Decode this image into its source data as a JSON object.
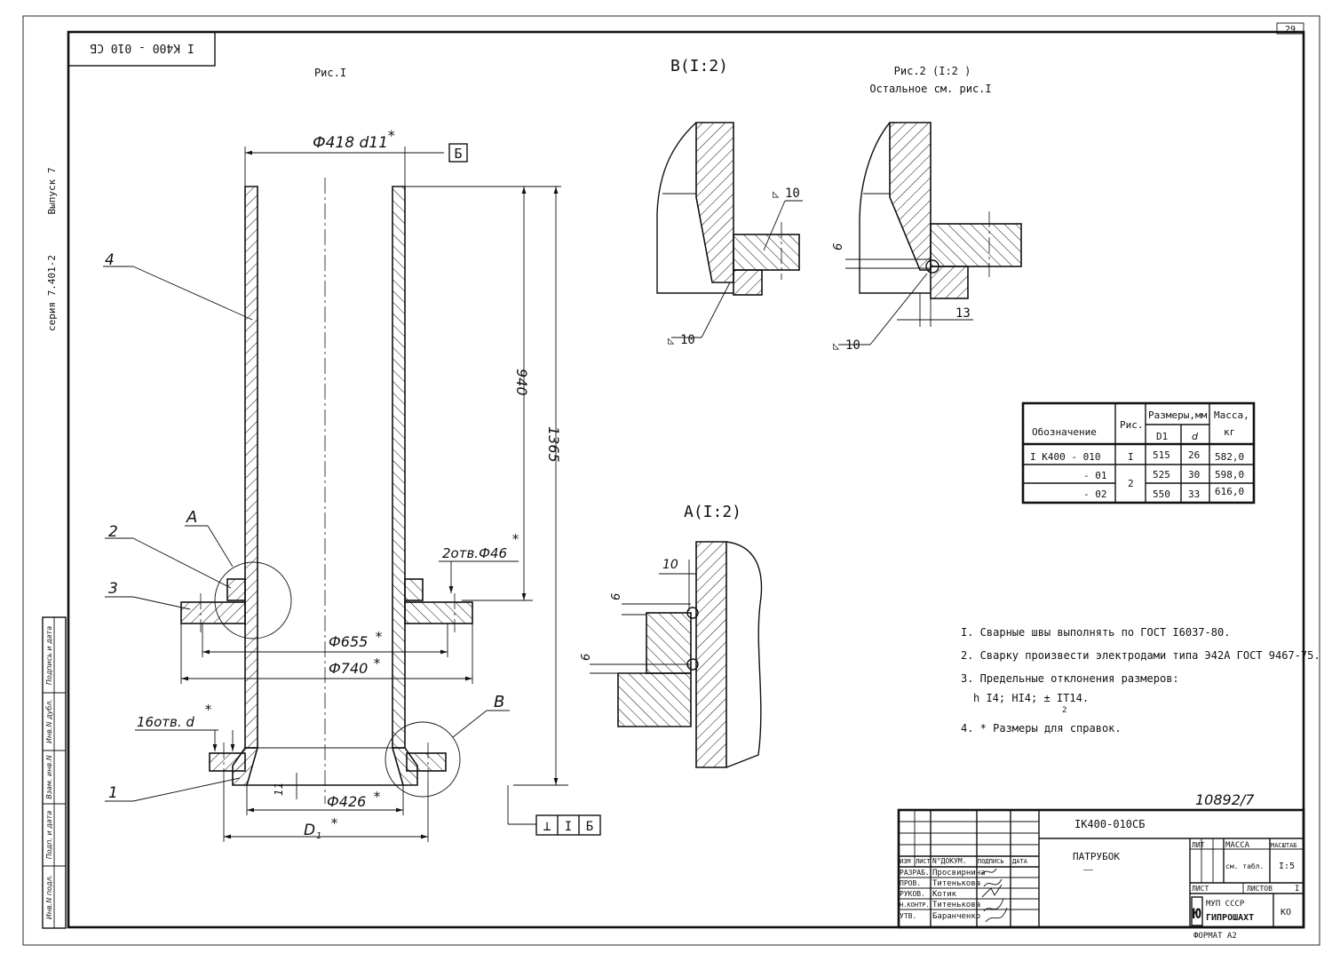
{
  "stamp_corner": "I К400 - 010 СБ",
  "series_label": "серия 7.401-2",
  "issue_label": "Выпуск 7",
  "sheet_number": "29",
  "fig1_title": "Рис.I",
  "view_b_title": "В(I:2)",
  "fig2_title": "Рис.2 (I:2 )",
  "fig2_subtitle": "Остальное   см.  рис.I",
  "view_a_title": "А(I:2)",
  "dims": {
    "d418": "Ф418 d11",
    "star": "*",
    "ref_b": "Б",
    "d940": "940",
    "d1365": "1365",
    "d655": "Ф655",
    "d740": "Ф740",
    "holes2": "2отв.Ф46",
    "holes16": "16отв. d",
    "d426": "Ф426",
    "d1": "D",
    "d1_sub": "1",
    "dim11": "11",
    "weld10": "10",
    "dim6": "6",
    "dim13": "13",
    "perp_sym": "⊥",
    "perp_val": "I",
    "perp_ref": "Б"
  },
  "callouts": {
    "c1": "1",
    "c2": "2",
    "c3": "3",
    "c4": "4",
    "cA": "A",
    "cB": "B"
  },
  "spec_table": {
    "headers": {
      "designation": "Обозначение",
      "fig": "Рис.",
      "sizes": "Размеры,мм",
      "D1": "D1",
      "d": "d",
      "mass": "Масса,",
      "mass_unit": "кг"
    },
    "rows": [
      {
        "designation": "I К400 - 010",
        "fig": "I",
        "D1": "515",
        "d": "26",
        "mass": "582,0"
      },
      {
        "designation": "- 01",
        "fig": "2",
        "D1": "525",
        "d": "30",
        "mass": "598,0"
      },
      {
        "designation": "- 02",
        "fig": "",
        "D1": "550",
        "d": "33",
        "mass": "616,0"
      }
    ]
  },
  "notes": {
    "n1": "I. Сварные швы выполнять по ГОСТ I6037-80.",
    "n2": "2. Сварку произвести электродами типа Э42А ГОСТ 9467-75.",
    "n3": "3. Предельные отклонения размеров:",
    "n3b": "h I4;  HI4;  ± IT14.",
    "n3b_frac": "2",
    "n4": "4. * Размеры для справок."
  },
  "side_stamp": {
    "inv_podl": "Инв.N подл.",
    "podp_data": "Подп. и дата",
    "vzam": "Взам. инв.N",
    "inv_dubl": "Инв.N дубл.",
    "podp_data2": "Подпись и дата"
  },
  "archive_number": "10892/7",
  "title_block": {
    "doc_code": "IК400-010СБ",
    "name": "ПАТРУБОК",
    "name_under": "——",
    "lit": "ЛИТ",
    "massa": "МАССА",
    "masshtab": "МАСШТАБ",
    "mass_value": "см. табл.",
    "scale_value": "I:5",
    "list": "ЛИСТ",
    "listov": "ЛИСТОВ",
    "listov_value": "I",
    "org_ministry": "МУП СССР",
    "org_name": "ГИПРОШАХТ",
    "org_code": "КО",
    "format": "ФОРМАТ А2",
    "col_izm": "ИЗМ",
    "col_list": "ЛИСТ",
    "col_doc": "N°ДОКУМ.",
    "col_podp": "ПОДПИСЬ",
    "col_data": "ДАТА",
    "roles": [
      {
        "role": "РАЗРАБ.",
        "name": "Просвирнина"
      },
      {
        "role": "ПРОВ.",
        "name": "Титенькова"
      },
      {
        "role": "РУКОВ.",
        "name": "Котик"
      },
      {
        "role": "Н.КОНТР.",
        "name": "Титенькова"
      },
      {
        "role": "УТВ.",
        "name": "Баранченко"
      }
    ]
  }
}
